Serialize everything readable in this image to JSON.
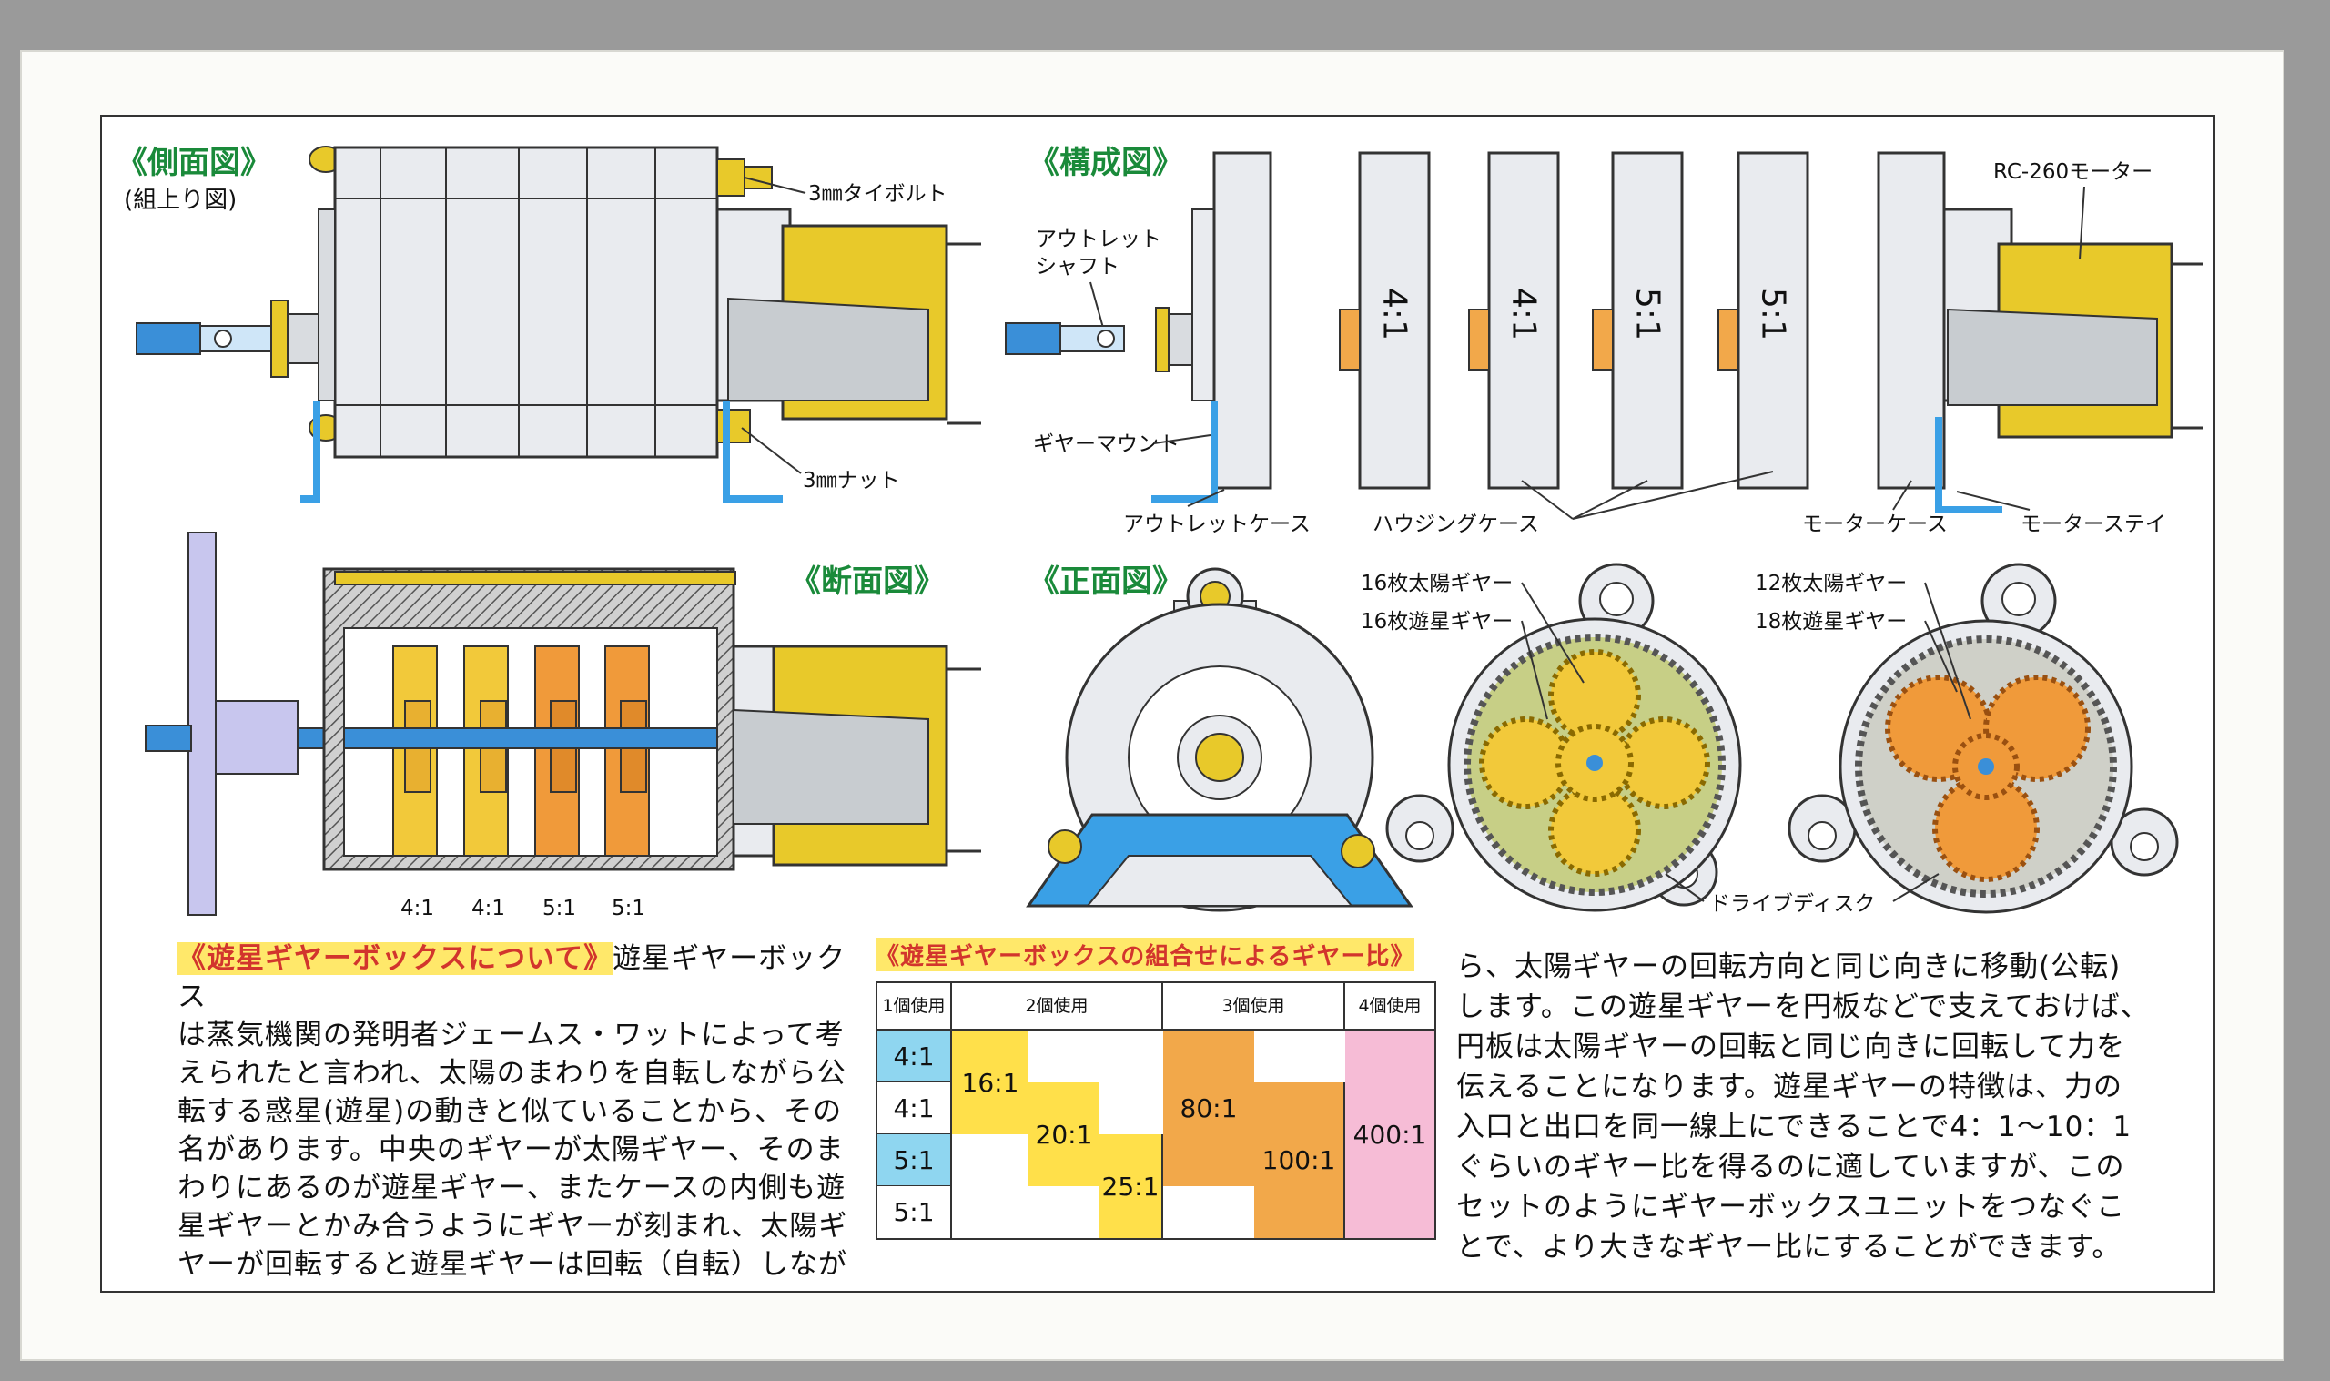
{
  "titles": {
    "side": "《側面図》",
    "side_sub": "(組上り図)",
    "config": "《構成図》",
    "section": "《断面図》",
    "front": "《正面図》"
  },
  "labels": {
    "tie_bolt": "3㎜タイボルト",
    "nut": "3㎜ナット",
    "outlet_shaft_1": "アウトレット",
    "outlet_shaft_2": "シャフト",
    "gear_mount": "ギヤーマウント",
    "outlet_case": "アウトレットケース",
    "housing_case": "ハウジングケース",
    "motor_case": "モーターケース",
    "motor_stay": "モーターステイ",
    "motor": "RC-260モーター",
    "sun16": "16枚太陽ギヤー",
    "planet16": "16枚遊星ギヤー",
    "sun12": "12枚太陽ギヤー",
    "planet18": "18枚遊星ギヤー",
    "drive_disc": "ドライブディスク"
  },
  "housing_ratios": [
    "4:1",
    "4:1",
    "5:1",
    "5:1"
  ],
  "section_ratios": [
    "4:1",
    "4:1",
    "5:1",
    "5:1"
  ],
  "about": {
    "heading": "《遊星ギヤーボックスについて》",
    "lines": [
      "遊星ギヤーボックス",
      "は蒸気機関の発明者ジェームス・ワットによって考",
      "えられたと言われ、太陽のまわりを自転しながら公",
      "転する惑星(遊星)の動きと似ていることから、その",
      "名があります。中央のギヤーが太陽ギヤー、そのま",
      "わりにあるのが遊星ギヤー、またケースの内側も遊",
      "星ギヤーとかみ合うようにギヤーが刻まれ、太陽ギ",
      "ヤーが回転すると遊星ギヤーは回転（自転）しなが"
    ]
  },
  "table": {
    "title": "《遊星ギヤーボックスの組合せによるギヤー比》",
    "headers": [
      "1個使用",
      "2個使用",
      "3個使用",
      "4個使用"
    ],
    "singles": [
      "4:1",
      "4:1",
      "5:1",
      "5:1"
    ],
    "two": [
      "16:1",
      "20:1",
      "25:1"
    ],
    "three": [
      "80:1",
      "100:1"
    ],
    "four": [
      "400:1"
    ],
    "colors": {
      "blue": "#8fd6f0",
      "yellow": "#ffe04a",
      "orange": "#f2a84a",
      "pink": "#f6bcd6"
    }
  },
  "right_text": [
    "ら、太陽ギヤーの回転方向と同じ向きに移動(公転)",
    "します。この遊星ギヤーを円板などで支えておけば、",
    "円板は太陽ギヤーの回転と同じ向きに回転して力を",
    "伝えることになります。遊星ギヤーの特徴は、力の",
    "入口と出口を同一線上にできることで4：1～10：1",
    "ぐらいのギヤー比を得るのに適していますが、この",
    "セットのようにギヤーボックスユニットをつなぐこ",
    "とで、より大きなギヤー比にすることができます。"
  ],
  "colors": {
    "motor_yellow": "#e8c92a",
    "shaft_blue": "#3a8fd8",
    "mount_blue": "#3aa0e6",
    "title_green": "#1a8a3a",
    "gear_orange": "#f09a3a",
    "gear_yellow": "#f2c93a"
  }
}
